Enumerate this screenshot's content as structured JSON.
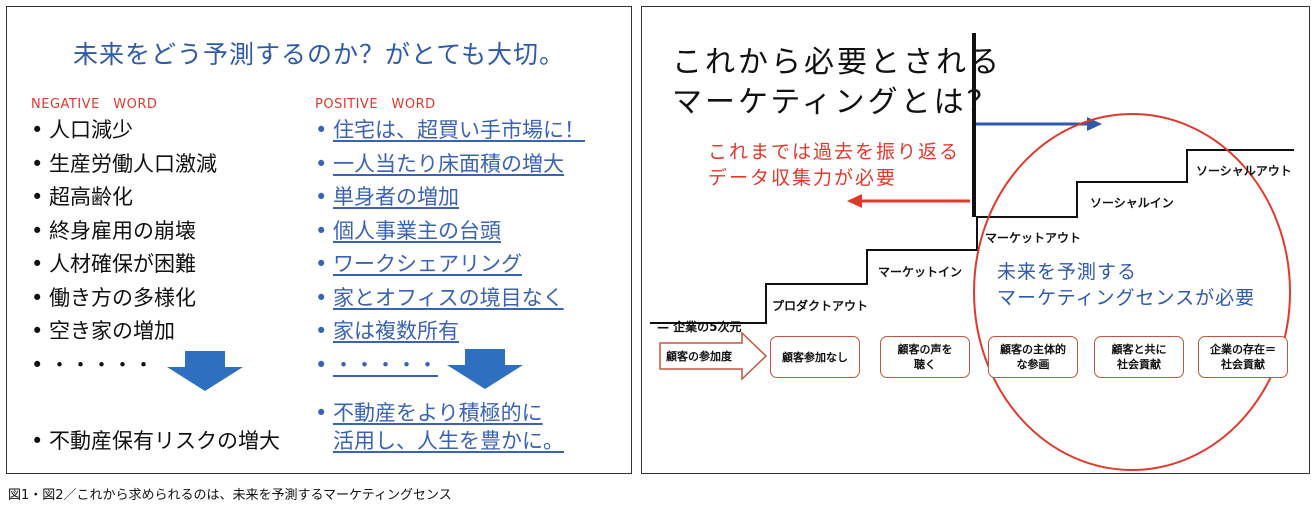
{
  "left": {
    "title": "未来をどう予測するのか？がとても大切。",
    "negative_head": "NEGATIVE　WORD",
    "positive_head": "POSITIVE　WORD",
    "bullet": "•",
    "negative_items": [
      "人口減少",
      "生産労働人口激減",
      "超高齢化",
      "終身雇用の崩壊",
      "人材確保が困難",
      "働き方の多様化",
      "空き家の増加",
      "・・・・・"
    ],
    "positive_items": [
      "住宅は、超買い手市場に！",
      "一人当たり床面積の増大",
      "単身者の増加",
      "個人事業主の台頭",
      "ワークシェアリング",
      "家とオフィスの境目なく",
      "家は複数所有",
      "・・・・・"
    ],
    "negative_result": "不動産保有リスクの増大",
    "positive_result_line1": "不動産をより積極的に",
    "positive_result_line2": "活用し、人生を豊かに。",
    "arrow_color": "#2e6fc0"
  },
  "right": {
    "title_line1": "これから必要とされる",
    "title_line2": "マーケティングとは？",
    "past_line1": "これまでは過去を振り返る",
    "past_line2": "データ収集力が必要",
    "future_line1": "未来を予測する",
    "future_line2": "マーケティングセンスが必要",
    "axis_label": "— 企業の5次元",
    "stairs": [
      "プロダクトアウト",
      "マーケットイン",
      "マーケットアウト",
      "ソーシャルイン",
      "ソーシャルアウト"
    ],
    "participation_label": "顧客の参加度",
    "stages": [
      {
        "line1": "顧客参加なし",
        "line2": ""
      },
      {
        "line1": "顧客の声を",
        "line2": "聴く"
      },
      {
        "line1": "顧客の主体的",
        "line2": "な参画"
      },
      {
        "line1": "顧客と共に",
        "line2": "社会貢献"
      },
      {
        "line1": "企業の存在＝",
        "line2": "社会貢献"
      }
    ],
    "red_color": "#e0392b",
    "blue_color": "#2f5aa8"
  },
  "caption": "図1・図2／これから求められるのは、未来を予測するマーケティングセンス"
}
